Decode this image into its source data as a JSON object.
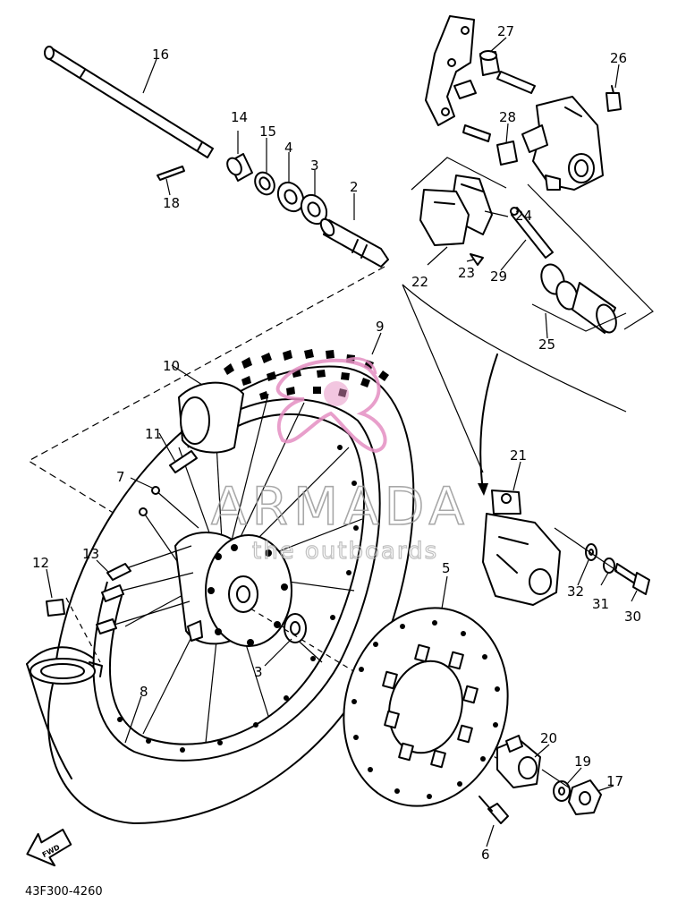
{
  "diagram_code": "43F300-4260",
  "fwd_label": "FWD",
  "watermark": {
    "brand": "ARMADA",
    "tagline": "the outboards",
    "logo_color": "#e58fc2"
  },
  "part_labels": {
    "p2": "2",
    "p3a": "3",
    "p3b": "3",
    "p4": "4",
    "p5": "5",
    "p6": "6",
    "p7": "7",
    "p8": "8",
    "p9": "9",
    "p10": "10",
    "p11": "11",
    "p12": "12",
    "p13": "13",
    "p14": "14",
    "p15": "15",
    "p16": "16",
    "p17": "17",
    "p18": "18",
    "p19": "19",
    "p20": "20",
    "p21": "21",
    "p22": "22",
    "p23": "23",
    "p24": "24",
    "p25": "25",
    "p26": "26",
    "p27": "27",
    "p28": "28",
    "p29": "29",
    "p30": "30",
    "p31": "31",
    "p32": "32"
  }
}
